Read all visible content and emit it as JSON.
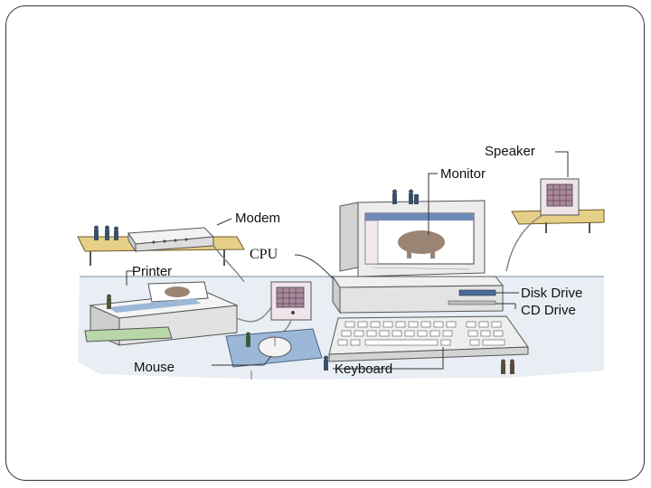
{
  "labels": {
    "speaker": "Speaker",
    "monitor": "Monitor",
    "modem": "Modem",
    "cpu": "CPU",
    "printer": "Printer",
    "disk_drive": "Disk Drive",
    "cd_drive": "CD Drive",
    "mouse": "Mouse",
    "keyboard": "Keyboard"
  }
}
